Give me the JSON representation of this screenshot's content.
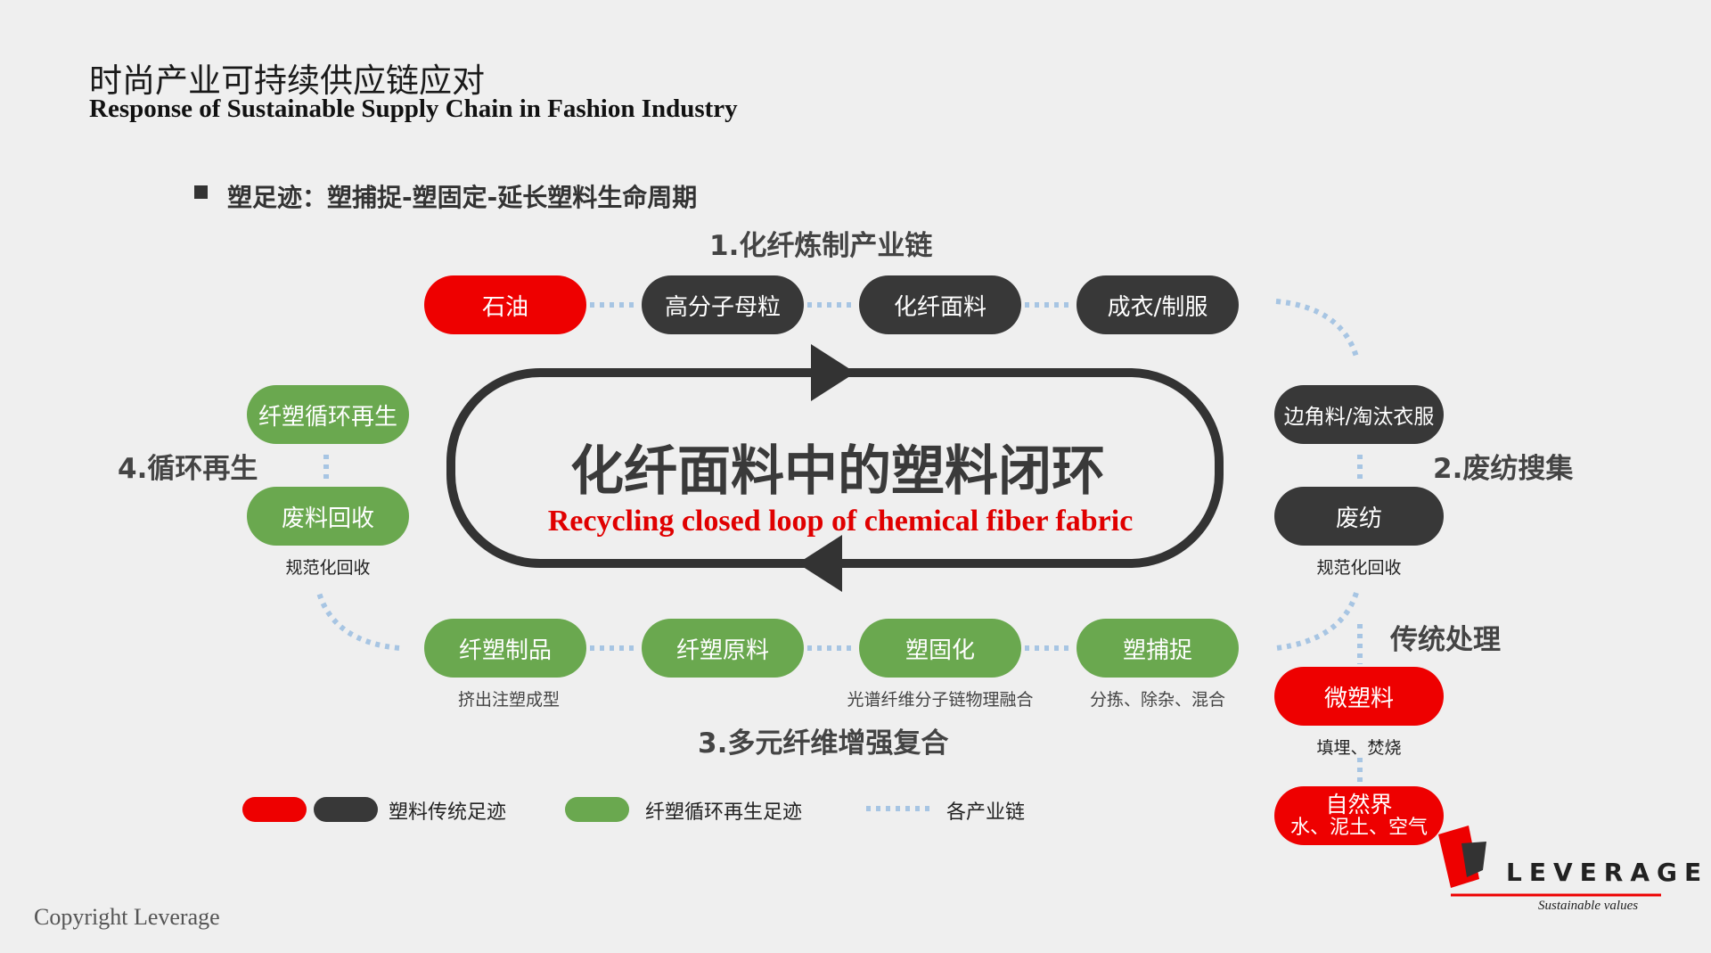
{
  "header": {
    "title_cn": "时尚产业可持续供应链应对",
    "title_en": "Response of Sustainable Supply Chain in Fashion Industry",
    "subtitle": "塑足迹：塑捕捉-塑固定-延长塑料生命周期"
  },
  "sections": {
    "s1": "1.化纤炼制产业链",
    "s2": "2.废纺搜集",
    "s3": "3.多元纤维增强复合",
    "s4": "4.循环再生",
    "traditional": "传统处理"
  },
  "center": {
    "title_cn": "化纤面料中的塑料闭环",
    "title_en": "Recycling closed loop of chemical fiber fabric"
  },
  "nodes": {
    "oil": "石油",
    "polymer": "高分子母粒",
    "fabric": "化纤面料",
    "garment": "成衣/制服",
    "scraps": "边角料/淘汰衣服",
    "waste_textile": "废纺",
    "waste_textile_note": "规范化回收",
    "microplastic": "微塑料",
    "microplastic_note": "填埋、焚烧",
    "nature": "自然界",
    "nature_sub": "水、泥土、空气",
    "capture": "塑捕捉",
    "capture_note": "分拣、除杂、混合",
    "fixation": "塑固化",
    "fixation_note": "光谱纤维分子链物理融合",
    "raw_material": "纤塑原料",
    "product": "纤塑制品",
    "product_note": "挤出注塑成型",
    "recycle_regen": "纤塑循环再生",
    "recovery": "废料回收",
    "recovery_note": "规范化回收"
  },
  "legend": {
    "traditional": "塑料传统足迹",
    "recycle": "纤塑循环再生足迹",
    "chain": "各产业链"
  },
  "colors": {
    "red": "#ee0000",
    "dark": "#383838",
    "green": "#6aa84f",
    "dots": "#a7c5e3"
  },
  "footer": {
    "copyright": "Copyright Leverage",
    "brand": "LEVERAGE",
    "tagline": "Sustainable values"
  }
}
